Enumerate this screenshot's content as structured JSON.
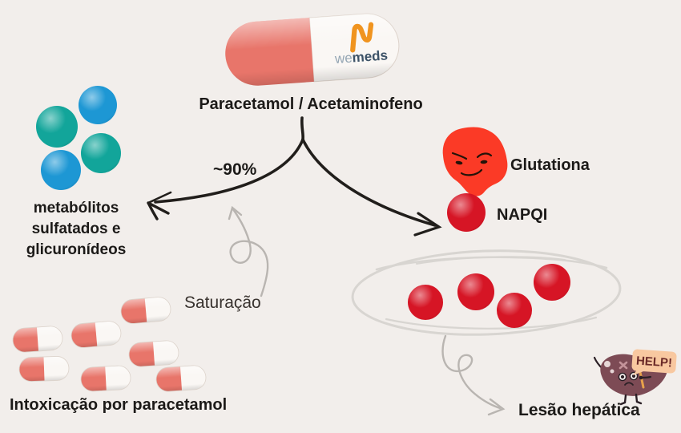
{
  "title": "Paracetamol / Acetaminofeno",
  "logo": {
    "we": "we",
    "meds": "meds"
  },
  "left_pathway": {
    "percent": "~90%",
    "metabolites_line1": "metabólitos",
    "metabolites_line2": "sulfatados e",
    "metabolites_line3": "glicuronídeos"
  },
  "right_pathway": {
    "glutathione": "Glutationa",
    "napqi": "NAPQI"
  },
  "saturation": {
    "label": "Saturação",
    "intoxication": "Intoxicação por paracetamol"
  },
  "liver": {
    "injury_label": "Lesão hepática",
    "help": "HELP!"
  },
  "colors": {
    "background": "#f2eeeb",
    "arrow_black": "#211e1b",
    "arrow_gray": "#b9b5b1",
    "ellipse_gray": "#d8d5d1",
    "sphere_blue": "#1d97d4",
    "sphere_teal": "#12a59a",
    "sphere_red": "#d61525",
    "glutathione_blob": "#fb3a26",
    "blob_face": "#241309",
    "pill_red": "#e8756a",
    "pill_white": "#faf7f4",
    "logo_orange": "#f0941f",
    "logo_we": "#94a6b4",
    "logo_meds": "#3c5267",
    "liver_body": "#7d4b55",
    "liver_line": "#2b2026",
    "help_sign_bg": "#f8c8a0",
    "help_sign_text": "#6b2a28"
  }
}
